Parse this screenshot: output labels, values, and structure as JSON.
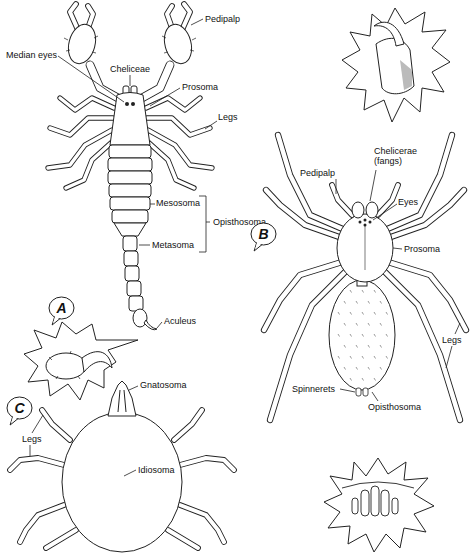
{
  "diagram": {
    "nodes": [
      {
        "text": [
          "A"
        ]
      },
      {
        "text": [
          "B"
        ]
      },
      {
        "text": [
          "C"
        ]
      }
    ],
    "labels": [
      "Pedipalp",
      "Cheliceae",
      "Median eyes",
      "Prosoma",
      "Legs",
      "Mesosoma",
      "Opisthosoma",
      "Metasoma",
      "Aculeus",
      "Pedipalp",
      "Chelicerae (fangs)",
      "Eyes",
      "Prosoma",
      "Legs",
      "Spinnerets",
      "Opisthosoma",
      "Gnatosoma",
      "Idiosoma",
      "Legs"
    ]
  }
}
